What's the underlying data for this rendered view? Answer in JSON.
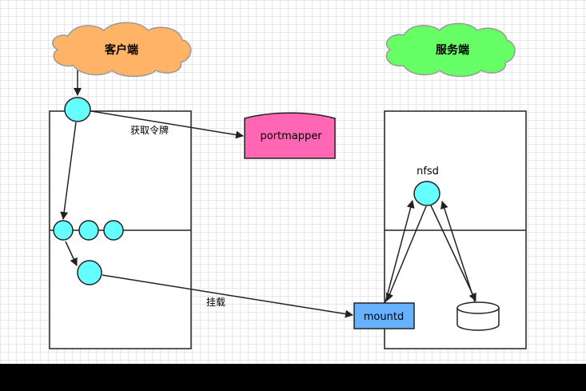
{
  "clients": {
    "client_label": "客户端",
    "server_label": "服务端"
  },
  "nodes": {
    "portmapper": "portmapper",
    "nfsd": "nfsd",
    "mountd": "mountd"
  },
  "edges": {
    "get_token": "获取令牌",
    "mount": "挂载"
  },
  "colors": {
    "client_cloud": "#ffb366",
    "server_cloud": "#66ff66",
    "circle": "#66ffff",
    "portmapper": "#ff66b3",
    "mountd": "#66b2ff"
  }
}
